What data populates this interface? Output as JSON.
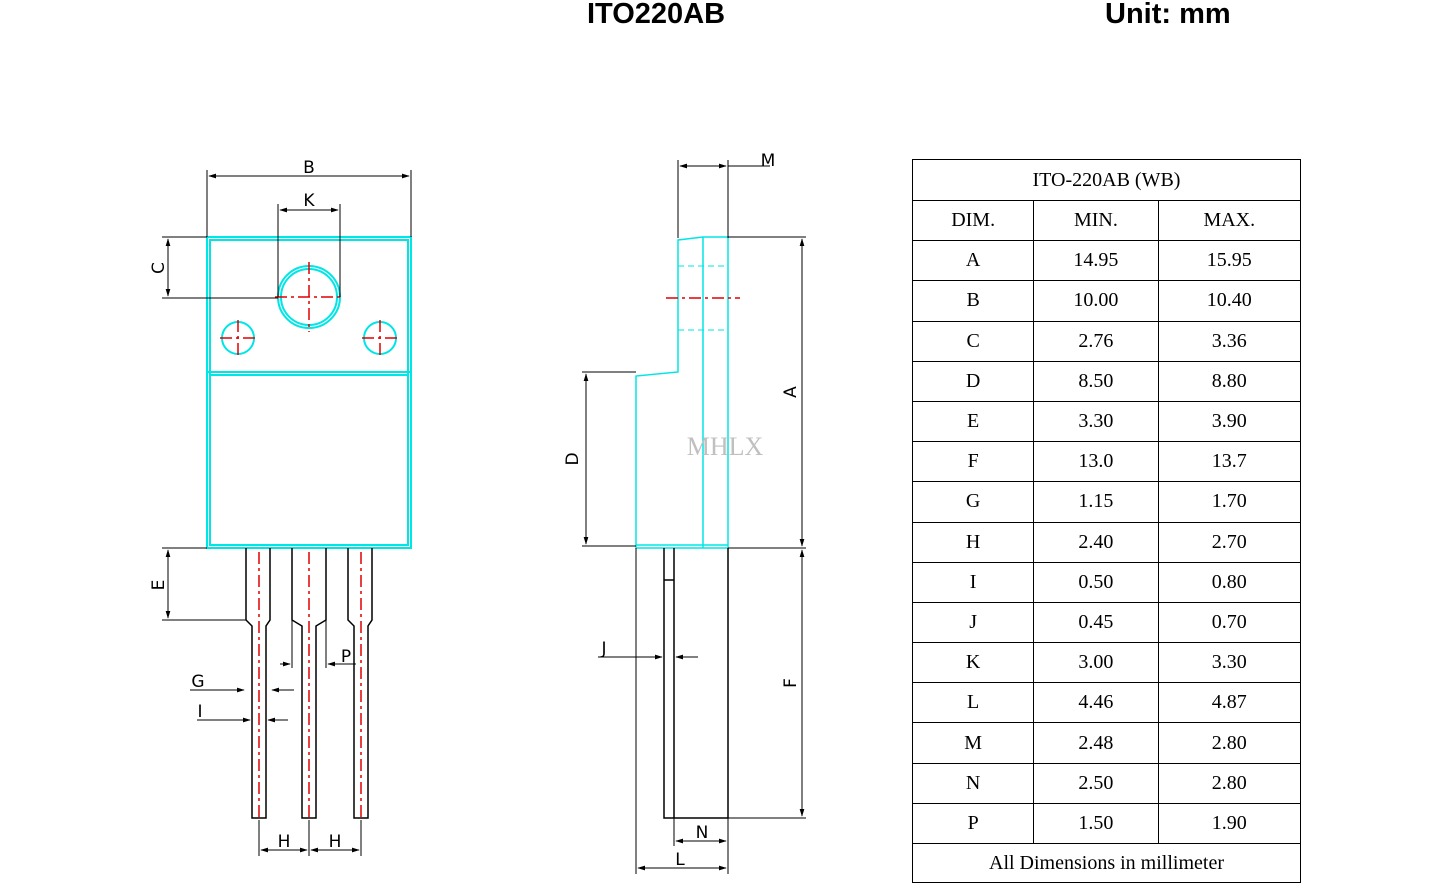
{
  "header": {
    "title": "ITO220AB",
    "unit": "Unit: mm"
  },
  "watermark": "MHLX",
  "drawing": {
    "front_labels": [
      "B",
      "K",
      "C",
      "E",
      "G",
      "I",
      "P",
      "H",
      "H"
    ],
    "side_labels": [
      "M",
      "A",
      "D",
      "J",
      "F",
      "N",
      "L"
    ],
    "colors": {
      "outline": "#00e5e5",
      "centerline": "#e00000",
      "dimension": "#000000"
    }
  },
  "table": {
    "caption": "ITO-220AB (WB)",
    "columns": [
      "DIM.",
      "MIN.",
      "MAX."
    ],
    "rows": [
      [
        "A",
        "14.95",
        "15.95"
      ],
      [
        "B",
        "10.00",
        "10.40"
      ],
      [
        "C",
        "2.76",
        "3.36"
      ],
      [
        "D",
        "8.50",
        "8.80"
      ],
      [
        "E",
        "3.30",
        "3.90"
      ],
      [
        "F",
        "13.0",
        "13.7"
      ],
      [
        "G",
        "1.15",
        "1.70"
      ],
      [
        "H",
        "2.40",
        "2.70"
      ],
      [
        "I",
        "0.50",
        "0.80"
      ],
      [
        "J",
        "0.45",
        "0.70"
      ],
      [
        "K",
        "3.00",
        "3.30"
      ],
      [
        "L",
        "4.46",
        "4.87"
      ],
      [
        "M",
        "2.48",
        "2.80"
      ],
      [
        "N",
        "2.50",
        "2.80"
      ],
      [
        "P",
        "1.50",
        "1.90"
      ]
    ],
    "footer": "All Dimensions in millimeter"
  }
}
